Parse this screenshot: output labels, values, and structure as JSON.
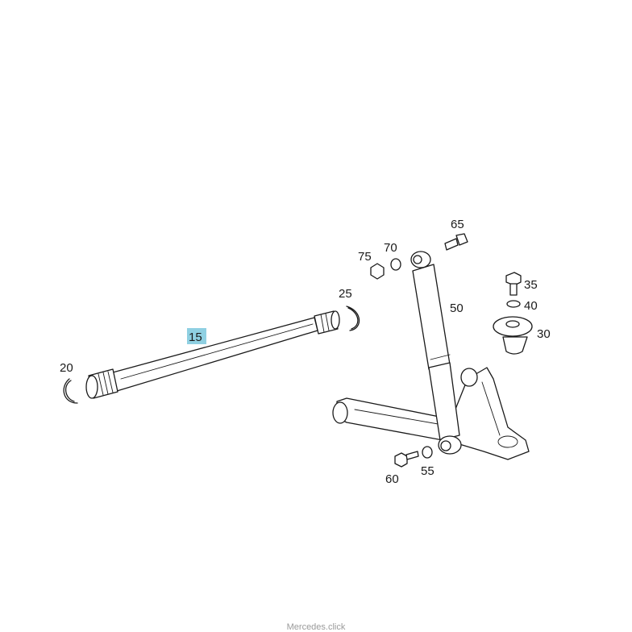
{
  "callouts": {
    "p15": "15",
    "p20": "20",
    "p25": "25",
    "p30": "30",
    "p35": "35",
    "p40": "40",
    "p50": "50",
    "p55": "55",
    "p60": "60",
    "p65": "65",
    "p70": "70",
    "p75": "75"
  },
  "highlighted_part": "15",
  "highlight_color": "#8fd0e2",
  "watermark": "Mercedes.click"
}
